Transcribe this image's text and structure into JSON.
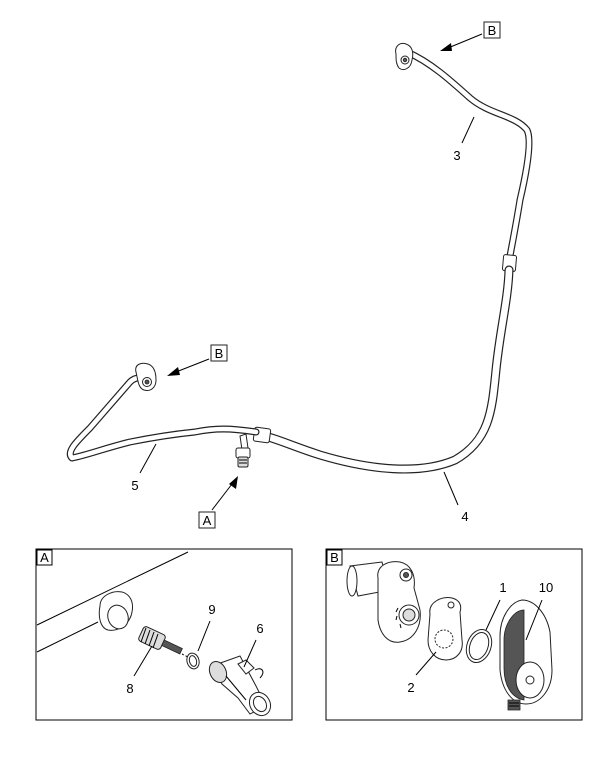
{
  "callouts": {
    "c1": "1",
    "c2": "2",
    "c3": "3",
    "c4": "4",
    "c5": "5",
    "c6": "6",
    "c8": "8",
    "c9": "9",
    "c10": "10"
  },
  "refs": {
    "a_main": "A",
    "b_top": "B",
    "b_left": "B",
    "detail_a": "A",
    "detail_b": "B"
  }
}
